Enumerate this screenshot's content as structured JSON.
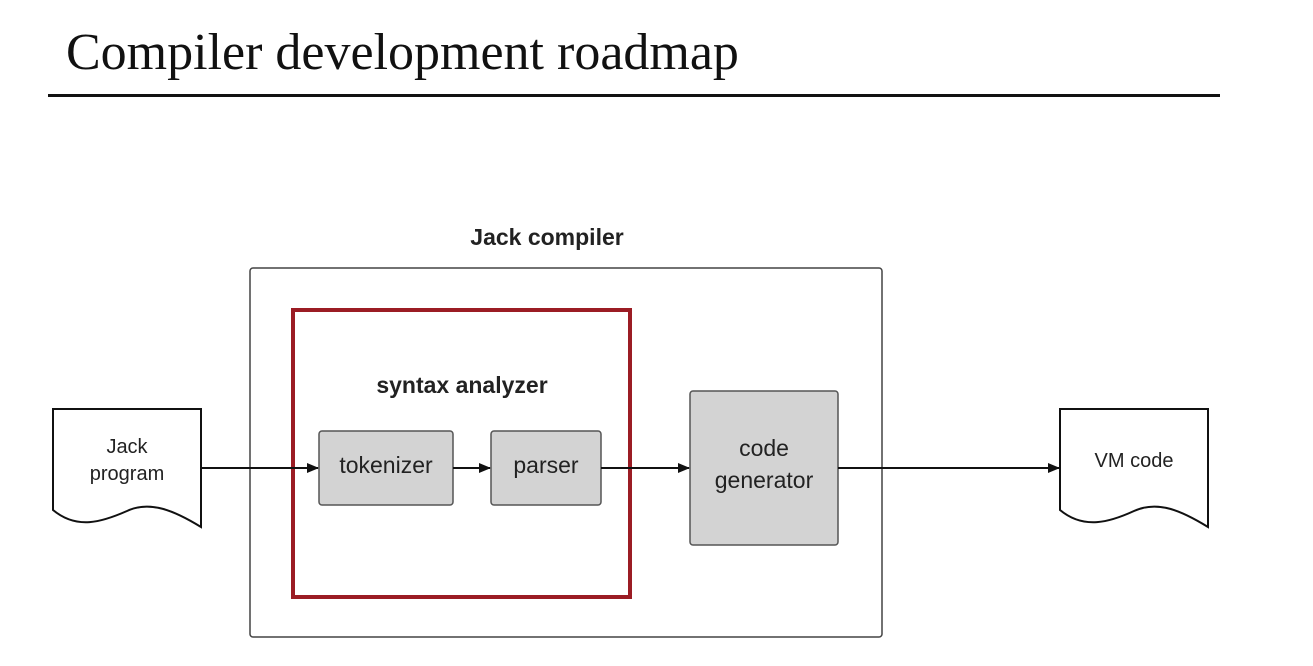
{
  "title": "Compiler development roadmap",
  "diagram": {
    "compiler_label": "Jack compiler",
    "analyzer_label": "syntax analyzer",
    "input_doc": {
      "line1": "Jack",
      "line2": "program"
    },
    "tokenizer_label": "tokenizer",
    "parser_label": "parser",
    "code_generator": {
      "line1": "code",
      "line2": "generator"
    },
    "output_doc_label": "VM code"
  },
  "colors": {
    "highlight_border": "#9b1c24",
    "module_fill": "#d3d3d3",
    "module_border": "#555555",
    "container_border": "#444444",
    "arrow": "#111111"
  }
}
